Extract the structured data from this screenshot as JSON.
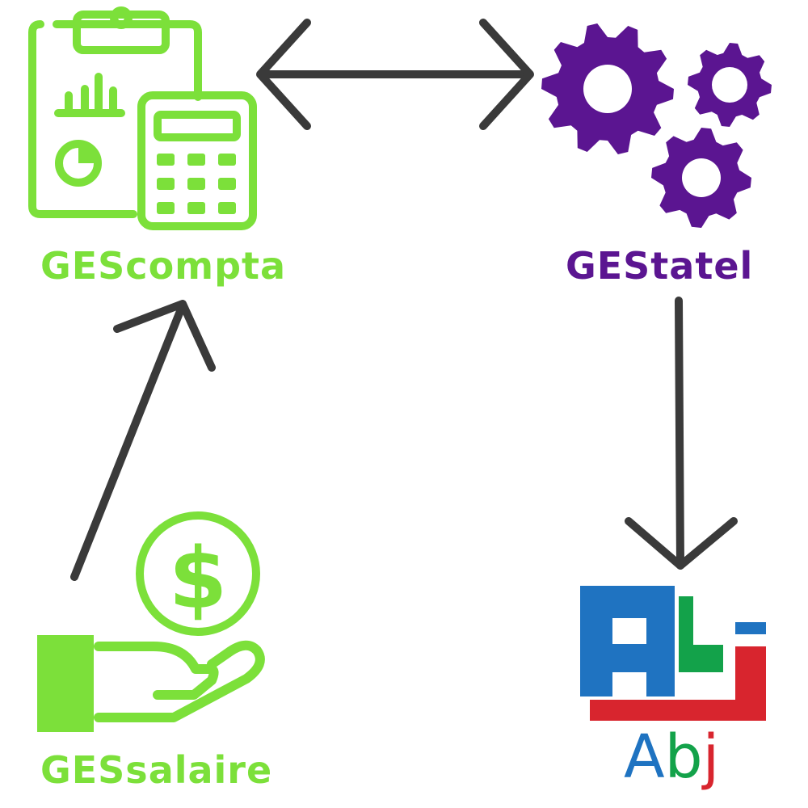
{
  "nodes": {
    "compta": {
      "label": "GEScompta",
      "color": "#7ce03a"
    },
    "statel": {
      "label": "GEStatel",
      "color": "#5b1591"
    },
    "salaire": {
      "label": "GESsalaire",
      "color": "#7ce03a"
    },
    "abj": {
      "logo_letters": [
        "A",
        "b",
        "j"
      ],
      "colors": [
        "#1f73c1",
        "#13a24a",
        "#d8252e"
      ]
    }
  },
  "edges": [
    {
      "from": "compta",
      "to": "statel",
      "direction": "both"
    },
    {
      "from": "statel",
      "to": "abj",
      "direction": "forward"
    },
    {
      "from": "salaire",
      "to": "compta",
      "direction": "forward"
    }
  ],
  "arrow_color": "#3a3a3a"
}
